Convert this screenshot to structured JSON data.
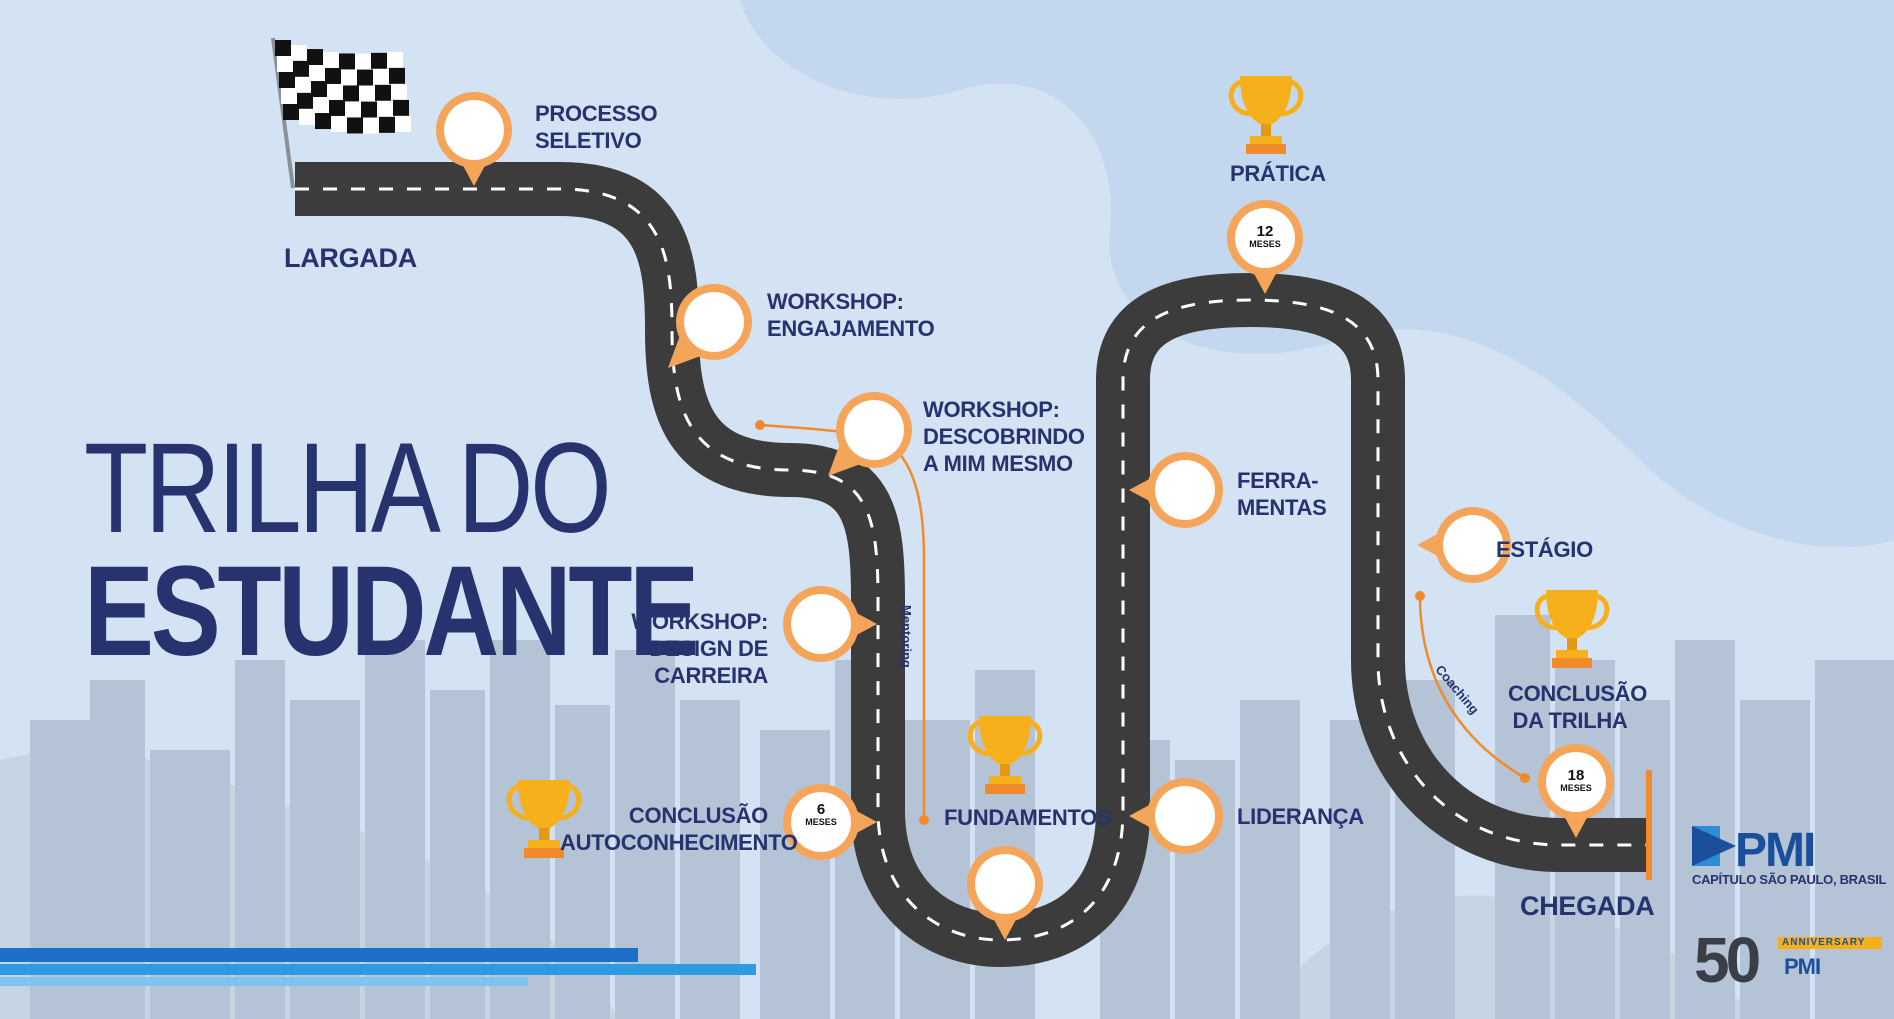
{
  "title": {
    "line1": "TRILHA DO",
    "line2": "ESTUDANTE"
  },
  "start": {
    "label": "LARGADA",
    "icon": "checkered-flag-icon"
  },
  "finish": {
    "label": "CHEGADA"
  },
  "steps": [
    {
      "lines": [
        "PROCESSO",
        "SELETIVO"
      ]
    },
    {
      "lines": [
        "WORKSHOP:",
        "ENGAJAMENTO"
      ]
    },
    {
      "lines": [
        "WORKSHOP:",
        "DESCOBRINDO",
        "A MIM MESMO"
      ]
    },
    {
      "lines": [
        "WORKSHOP:",
        "DESIGN DE CARREIRA"
      ]
    },
    {
      "lines": [
        "CONCLUSÃO",
        "AUTOCONHECIMENTO"
      ]
    },
    {
      "lines": [
        "FUNDAMENTOS"
      ]
    },
    {
      "lines": [
        "LIDERANÇA"
      ]
    },
    {
      "lines": [
        "FERRA-",
        "MENTAS"
      ]
    },
    {
      "lines": [
        "PRÁTICA"
      ]
    },
    {
      "lines": [
        "ESTÁGIO"
      ]
    },
    {
      "lines": [
        "CONCLUSÃO",
        "DA TRILHA"
      ]
    }
  ],
  "milestones": [
    {
      "number": "6",
      "unit": "MESES"
    },
    {
      "number": "12",
      "unit": "MESES"
    },
    {
      "number": "18",
      "unit": "MESES"
    }
  ],
  "annotations": {
    "mentoring": "Mentoring",
    "coaching": "Coaching"
  },
  "branding": {
    "pmi_chapter": "CAPÍTULO SÃO PAULO, BRASIL",
    "anniversary": "ANNIVERSARY",
    "anniversary_number": "50",
    "logo_text": "PMI"
  },
  "icons": [
    "checkered-flag-icon",
    "trophy-icon",
    "location-pin-icon",
    "pmi-logo-icon"
  ],
  "colors": {
    "navy": "#27336e",
    "orange": "#f5a55a",
    "road": "#3c3c3c",
    "sky": "#cfe0f1",
    "trophy": "#f5b01c",
    "accent_blue": "#2e9ae0"
  }
}
